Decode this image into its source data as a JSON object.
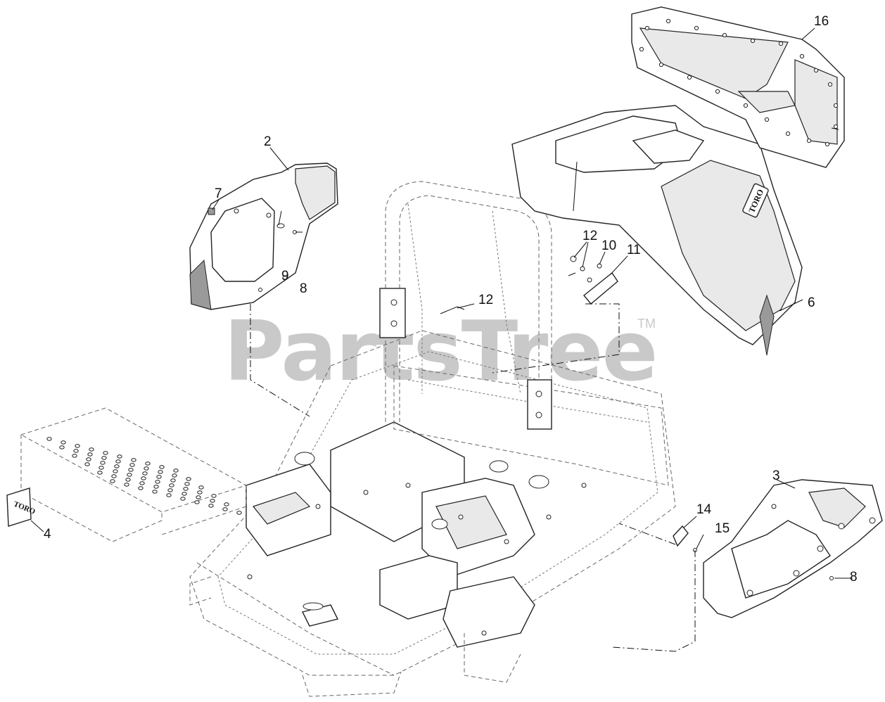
{
  "watermark": {
    "text": "PartsTree",
    "trademark": "TM"
  },
  "callouts": [
    "16",
    "2",
    "7",
    "12",
    "10",
    "11",
    "9",
    "8",
    "12",
    "6",
    "3",
    "4",
    "14",
    "15",
    "8"
  ],
  "logo_text": "TORO",
  "parts": [
    "frame",
    "roll-bar",
    "footrest",
    "decal-toro",
    "left-fender-cover",
    "right-fender-cover",
    "rear-hood",
    "seat-pan",
    "latch-hardware",
    "screw",
    "washer",
    "spring-clip",
    "bracket"
  ]
}
